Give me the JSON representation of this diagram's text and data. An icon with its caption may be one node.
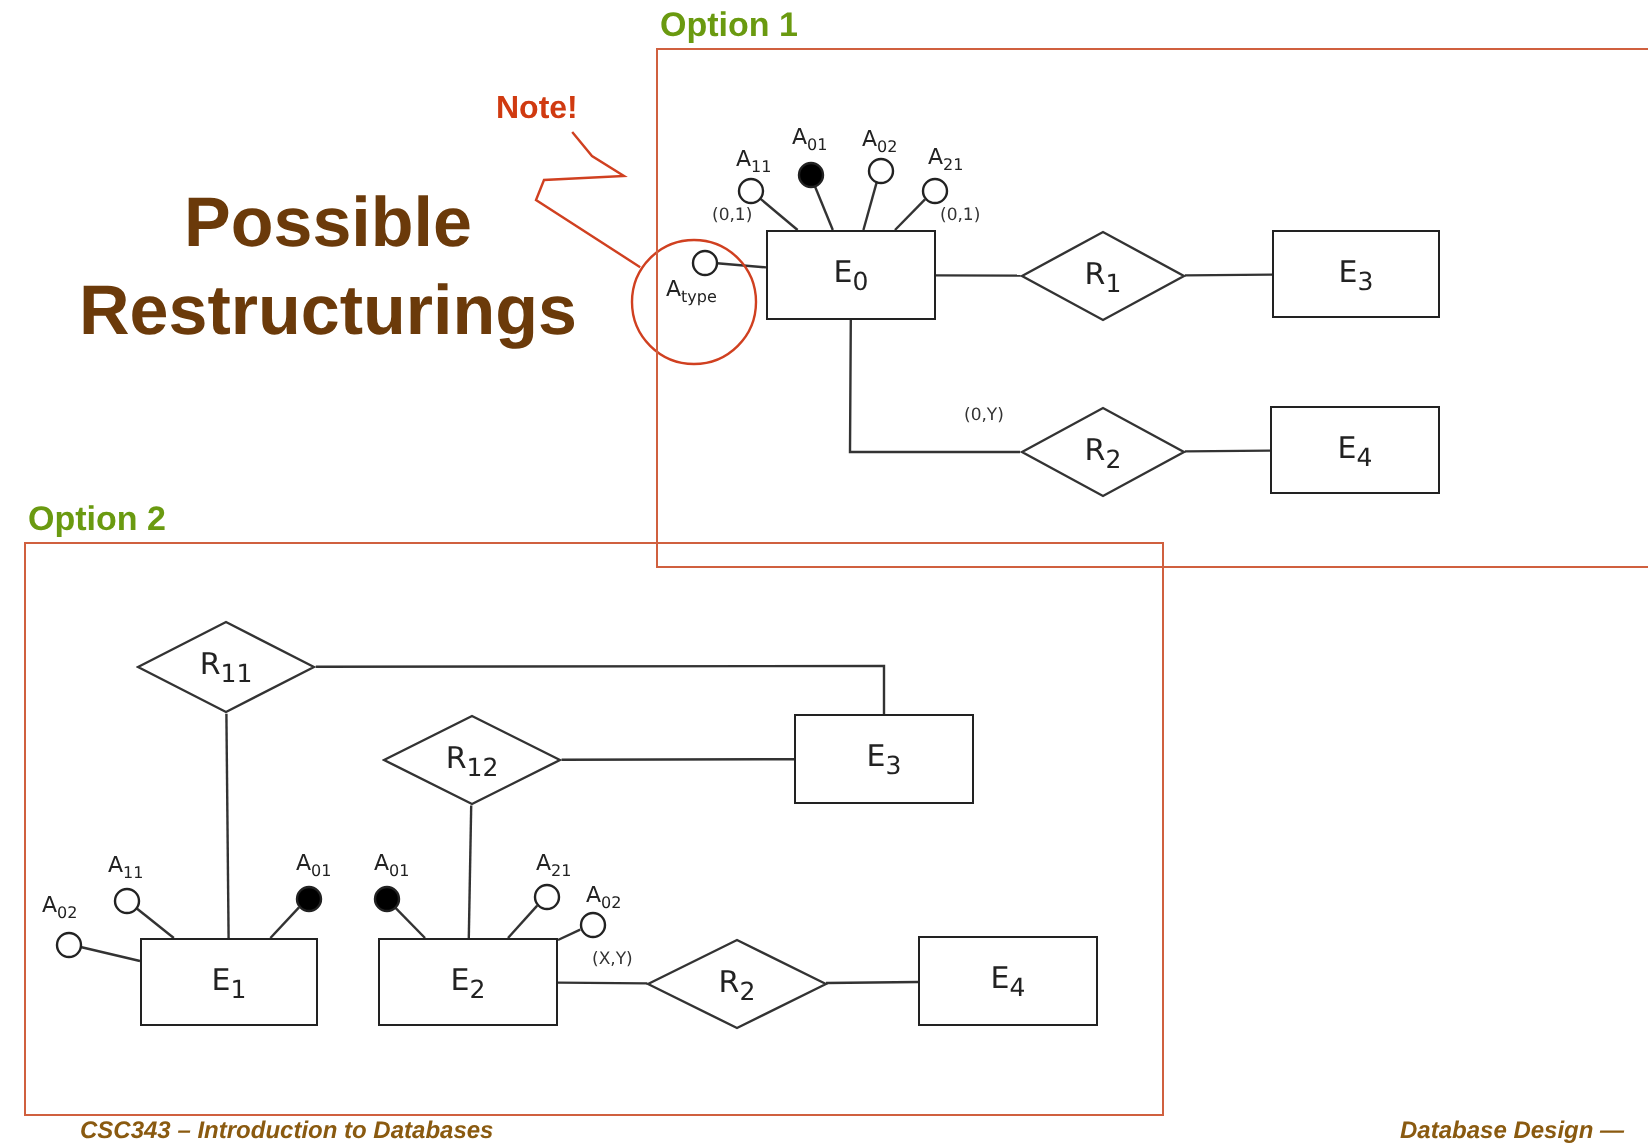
{
  "diagram": {
    "title": "Possible Restructurings",
    "nodes": [
      {
        "text": [
          "Note!"
        ]
      },
      {
        "text": [],
        "shape": "circle"
      },
      {
        "text": [
          "A$_{type}$"
        ],
        "in": 1
      },
      {
        "text": [
          "Option 1"
        ]
      },
      {
        "text": [
          "A$_{11}$"
        ],
        "in": 3
      },
      {
        "text": [
          "A$_{01}$"
        ],
        "in": 3
      },
      {
        "text": [
          "A$_{02}$"
        ],
        "in": 3
      },
      {
        "text": [
          "A$_{21}$"
        ],
        "in": 3
      },
      {
        "text": [
          "E$_{0}$"
        ],
        "in": 3
      },
      {
        "text": [
          "R$_{1}$"
        ],
        "in": 3
      },
      {
        "text": [
          "E$_{3}$"
        ],
        "in": 3
      },
      {
        "text": [
          "R$_{2}$"
        ],
        "in": 3
      },
      {
        "text": [
          "E$_{4}$"
        ],
        "in": 3
      },
      {
        "text": [
          "Option 2"
        ]
      },
      {
        "text": [
          "R$_{11}$"
        ],
        "in": 13
      },
      {
        "text": [
          "R$_{12}$"
        ],
        "in": 13
      },
      {
        "text": [
          "E$_{3}$"
        ],
        "in": 13
      },
      {
        "text": [
          "A$_{02}$"
        ],
        "in": 13
      },
      {
        "text": [
          "A$_{11}$"
        ],
        "in": 13
      },
      {
        "text": [
          "A$_{01}$"
        ],
        "in": 13
      },
      {
        "text": [
          "A$_{01}$"
        ],
        "in": 13
      },
      {
        "text": [
          "A$_{21}$"
        ],
        "in": 13
      },
      {
        "text": [
          "A$_{02}$"
        ],
        "in": 13
      },
      {
        "text": [
          "E$_{1}$"
        ],
        "in": 13
      },
      {
        "text": [
          "E$_{2}$"
        ],
        "in": 13
      },
      {
        "text": [
          "R$_{2}$"
        ],
        "in": 13
      },
      {
        "text": [
          "E$_{4}$"
        ],
        "in": 13
      }
    ],
    "edges": [
      {
        "from": 0,
        "to": 1,
        "arrow": "none",
        "color": "#d04020"
      },
      {
        "from": 2,
        "to": 8,
        "arrow": "none"
      },
      {
        "from": 4,
        "to": 8,
        "arrow": "none",
        "label": "(0,1)"
      },
      {
        "from": 5,
        "to": 8,
        "arrow": "none"
      },
      {
        "from": 6,
        "to": 8,
        "arrow": "none"
      },
      {
        "from": 7,
        "to": 8,
        "arrow": "none",
        "label": "(0,1)"
      },
      {
        "from": 8,
        "to": 9,
        "arrow": "none"
      },
      {
        "from": 9,
        "to": 10,
        "arrow": "none"
      },
      {
        "from": 8,
        "to": 11,
        "arrow": "none",
        "label": "(0,Y)"
      },
      {
        "from": 11,
        "to": 12,
        "arrow": "none"
      },
      {
        "from": 14,
        "to": 23,
        "arrow": "none"
      },
      {
        "from": 14,
        "to": 16,
        "arrow": "none"
      },
      {
        "from": 15,
        "to": 24,
        "arrow": "none"
      },
      {
        "from": 15,
        "to": 16,
        "arrow": "none"
      },
      {
        "from": 17,
        "to": 23,
        "arrow": "none"
      },
      {
        "from": 18,
        "to": 23,
        "arrow": "none"
      },
      {
        "from": 19,
        "to": 23,
        "arrow": "none"
      },
      {
        "from": 20,
        "to": 24,
        "arrow": "none"
      },
      {
        "from": 21,
        "to": 24,
        "arrow": "none"
      },
      {
        "from": 22,
        "to": 24,
        "arrow": "none"
      },
      {
        "from": 24,
        "to": 25,
        "arrow": "none",
        "label": "(X,Y)"
      },
      {
        "from": 25,
        "to": 26,
        "arrow": "none"
      }
    ],
    "labels": [
      "CSC343 – Introduction to Databases",
      "Database Design —"
    ]
  }
}
